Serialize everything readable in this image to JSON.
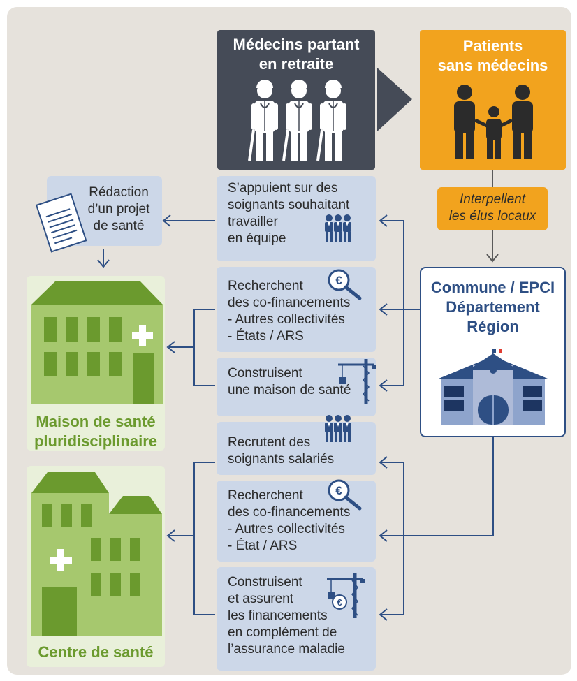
{
  "colors": {
    "panel": "#e6e2dc",
    "dark_box": "#454b57",
    "orange_box": "#f2a31e",
    "blue_box": "#ccd7e8",
    "navy": "#2e4f84",
    "green": "#6b9a2e",
    "light_green": "#e9f0da"
  },
  "doctors": {
    "title": "Médecins partant\nen retraite"
  },
  "patients": {
    "title": "Patients\nsans médecins"
  },
  "interpellent": "Interpellent\nles élus locaux",
  "commune": {
    "title": "Commune / EPCI\nDépartement\nRégion"
  },
  "redaction": "Rédaction\nd’un projet\nde santé",
  "maison": {
    "caption": "Maison de santé\npluridisciplinaire",
    "steps": [
      {
        "text": "S’appuient sur des\nsoignants souhaitant\ntravailler\nen équipe",
        "icon": "team-icon"
      },
      {
        "text": "Recherchent\ndes co-financements\n- Autres collectivités\n- États / ARS",
        "icon": "euro-magnifier-icon"
      },
      {
        "text": "Construisent\nune maison de santé",
        "icon": "crane-icon"
      }
    ]
  },
  "centre": {
    "caption": "Centre de santé",
    "steps": [
      {
        "text": "Recrutent des\nsoignants salariés",
        "icon": "team-icon"
      },
      {
        "text": "Recherchent\ndes co-financements\n- Autres collectivités\n- État / ARS",
        "icon": "euro-magnifier-icon"
      },
      {
        "text": "Construisent\net assurent\nles financements\nen complément de\nl’assurance maladie",
        "icon": "crane-euro-icon"
      }
    ]
  }
}
